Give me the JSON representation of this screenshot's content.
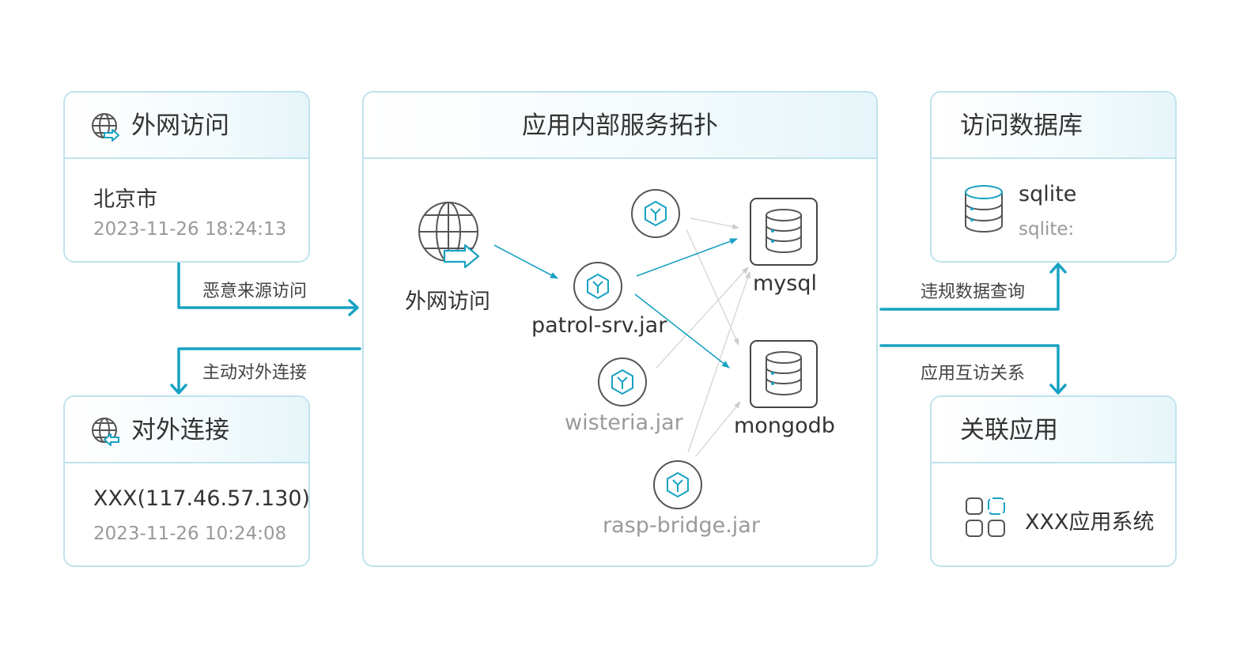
{
  "left_top": {
    "title": "外网访问",
    "icon": "globe-arrow-in-icon",
    "location": "北京市",
    "timestamp": "2023-11-26 18:24:13"
  },
  "left_bottom": {
    "title": "对外连接",
    "icon": "globe-arrow-out-icon",
    "target": "XXX(117.46.57.130)",
    "timestamp": "2023-11-26 10:24:08"
  },
  "center": {
    "title": "应用内部服务拓扑",
    "nodes": {
      "external": "外网访问",
      "patrol": "patrol-srv.jar",
      "wisteria": "wisteria.jar",
      "rasp": "rasp-bridge.jar",
      "mysql": "mysql",
      "mongodb": "mongodb"
    }
  },
  "right_top": {
    "title": "访问数据库",
    "icon": "database-icon",
    "db_name": "sqlite",
    "db_detail": "sqlite:"
  },
  "right_bottom": {
    "title": "关联应用",
    "icon": "app-grid-icon",
    "app_name": "XXX应用系统"
  },
  "connectors": {
    "malicious_source": "恶意来源访问",
    "outbound": "主动对外连接",
    "violation_query": "违规数据查询",
    "app_relation": "应用互访关系"
  },
  "colors": {
    "accent": "#17a2c2",
    "border": "#bfe3ec",
    "muted_text": "#999999"
  }
}
